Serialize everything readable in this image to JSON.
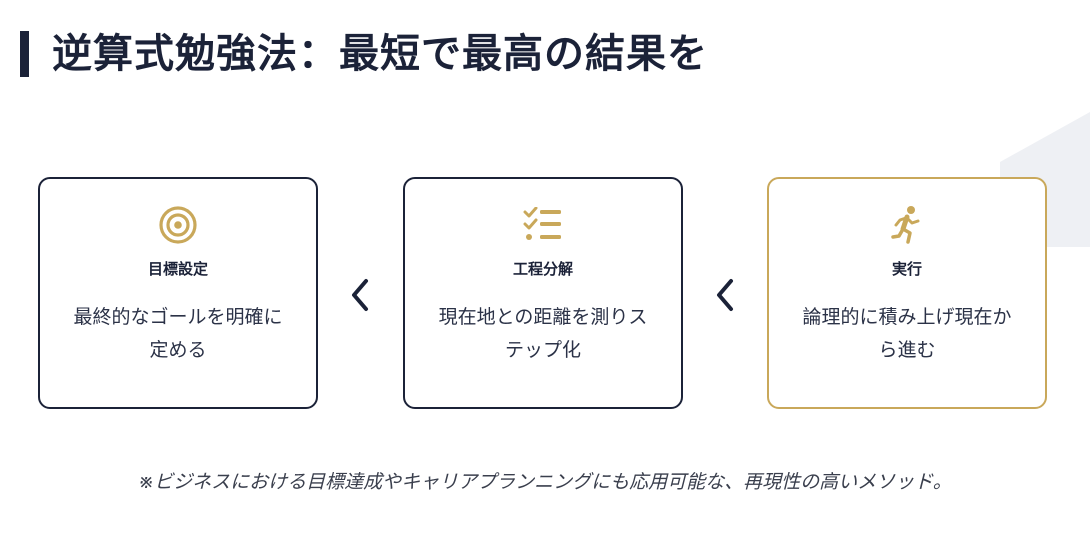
{
  "header": {
    "title": "逆算式勉強法：最短で最高の結果を"
  },
  "steps": [
    {
      "icon": "target-icon",
      "title": "目標設定",
      "description": "最終的なゴールを明確に定める"
    },
    {
      "icon": "checklist-icon",
      "title": "工程分解",
      "description": "現在地との距離を測りステップ化"
    },
    {
      "icon": "running-person-icon",
      "title": "実行",
      "description": "論理的に積み上げ現在から進む"
    }
  ],
  "footnote": "※ビジネスにおける目標達成やキャリアプランニングにも応用可能な、再現性の高いメソッド。",
  "colors": {
    "navy": "#1b2238",
    "gold": "#c9a85a",
    "corner": "#eef0f4"
  }
}
